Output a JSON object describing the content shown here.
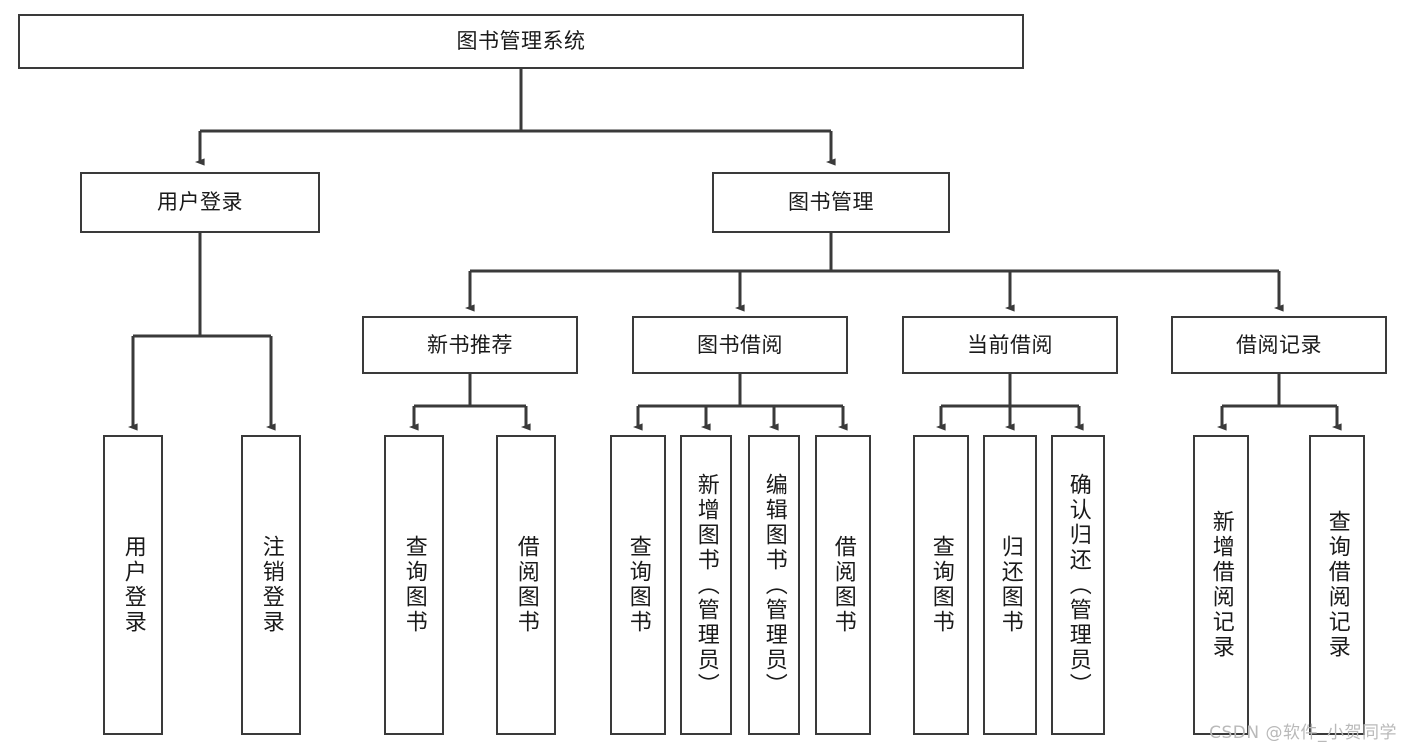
{
  "diagram": {
    "title": "图书管理系统",
    "type": "tree-hierarchy",
    "watermark": "CSDN @软件_小贺同学",
    "colors": {
      "background": "#ffffff",
      "box_border": "#3a3a3a",
      "box_fill": "#ffffff",
      "edge": "#3a3a3a",
      "text": "#1a1a1a",
      "watermark": "#b9b9b9"
    }
  },
  "nodes": {
    "root": {
      "label": "图书管理系统"
    },
    "level2": [
      {
        "id": "user-login",
        "label": "用户登录"
      },
      {
        "id": "book-manage",
        "label": "图书管理"
      }
    ],
    "level3": [
      {
        "id": "new-book-recommend",
        "label": "新书推荐"
      },
      {
        "id": "book-borrow",
        "label": "图书借阅"
      },
      {
        "id": "current-borrow",
        "label": "当前借阅"
      },
      {
        "id": "borrow-record",
        "label": "借阅记录"
      }
    ],
    "leaves": {
      "user-login": [
        {
          "id": "leaf-user-login",
          "label": "用户登录"
        },
        {
          "id": "leaf-user-logout",
          "label": "注销登录"
        }
      ],
      "new-book-recommend": [
        {
          "id": "leaf-query-book-1",
          "label": "查询图书"
        },
        {
          "id": "leaf-borrow-book-1",
          "label": "借阅图书"
        }
      ],
      "book-borrow": [
        {
          "id": "leaf-query-book-2",
          "label": "查询图书"
        },
        {
          "id": "leaf-add-book",
          "label": "新增图书（管理员）"
        },
        {
          "id": "leaf-edit-book",
          "label": "编辑图书（管理员）"
        },
        {
          "id": "leaf-borrow-book-2",
          "label": "借阅图书"
        }
      ],
      "current-borrow": [
        {
          "id": "leaf-query-book-3",
          "label": "查询图书"
        },
        {
          "id": "leaf-return-book",
          "label": "归还图书"
        },
        {
          "id": "leaf-confirm-return",
          "label": "确认归还（管理员）"
        }
      ],
      "borrow-record": [
        {
          "id": "leaf-add-record",
          "label": "新增借阅记录"
        },
        {
          "id": "leaf-query-record",
          "label": "查询借阅记录"
        }
      ]
    }
  }
}
